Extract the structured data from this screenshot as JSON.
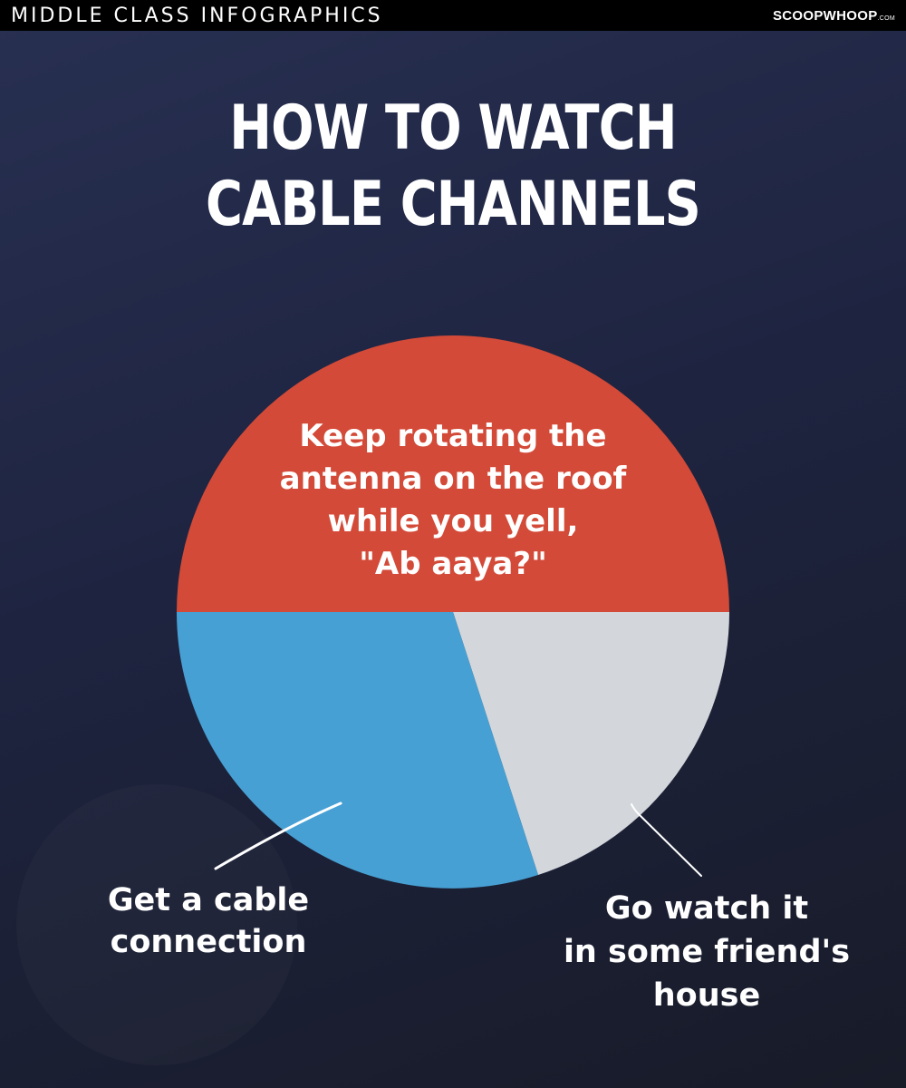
{
  "header": {
    "series_title": "MIDDLE CLASS INFOGRAPHICS",
    "brand": "SCOOPWHOOP",
    "brand_suffix": ".COM"
  },
  "title": {
    "line1": "HOW TO WATCH",
    "line2": "CABLE CHANNELS"
  },
  "labels": {
    "red_line1": "Keep rotating the",
    "red_line2": "antenna on the roof",
    "red_line3": "while you yell,",
    "red_line4": "\"Ab aaya?\"",
    "blue_line1": "Get a cable",
    "blue_line2": "connection",
    "gray_line1": "Go watch it",
    "gray_line2": "in some friend's",
    "gray_line3": "house"
  },
  "colors": {
    "red": "#d34a38",
    "blue": "#47a0d4",
    "gray": "#d3d6db",
    "background": "#1e2440"
  },
  "chart_data": {
    "type": "pie",
    "title": "HOW TO WATCH CABLE CHANNELS",
    "categories": [
      "Keep rotating the antenna on the roof while you yell, \"Ab aaya?\"",
      "Get a cable connection",
      "Go watch it in some friend's house"
    ],
    "values": [
      50,
      30,
      20
    ],
    "colors": [
      "#d34a38",
      "#47a0d4",
      "#d3d6db"
    ],
    "legend": "none (direct labels)",
    "grid": false
  }
}
